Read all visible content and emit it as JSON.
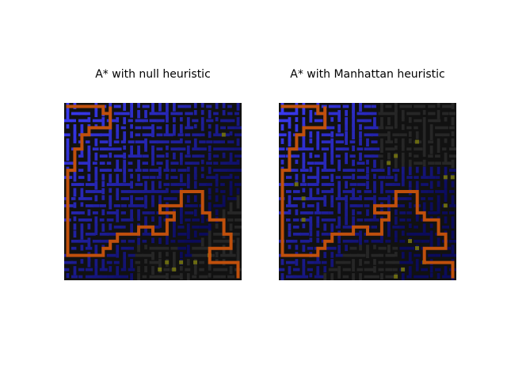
{
  "chart_data": [
    {
      "type": "heatmap",
      "title": "A* with null heuristic",
      "grid": "off",
      "grid_cells": [
        25,
        25
      ],
      "walls_color": "#111111",
      "explored_color_range": [
        "#3a3af2",
        "#0b0b5a"
      ],
      "unexplored_color": "#262626",
      "frontier_color": "#6b6b12",
      "path_color": "#c0500c",
      "path": [
        [
          0,
          0
        ],
        [
          5,
          0
        ],
        [
          5,
          1
        ],
        [
          6,
          1
        ],
        [
          6,
          0
        ],
        [
          6,
          3
        ],
        [
          3,
          3
        ],
        [
          3,
          4
        ],
        [
          2,
          4
        ],
        [
          2,
          6
        ],
        [
          1,
          6
        ],
        [
          1,
          9
        ],
        [
          0,
          9
        ],
        [
          0,
          21
        ],
        [
          5,
          21
        ],
        [
          5,
          20
        ],
        [
          6,
          20
        ],
        [
          6,
          19
        ],
        [
          7,
          19
        ],
        [
          7,
          18
        ],
        [
          10,
          18
        ],
        [
          10,
          17
        ],
        [
          12,
          17
        ],
        [
          12,
          18
        ],
        [
          14,
          18
        ],
        [
          14,
          16
        ],
        [
          15,
          16
        ],
        [
          15,
          15
        ],
        [
          13,
          15
        ],
        [
          13,
          14
        ],
        [
          16,
          14
        ],
        [
          16,
          12
        ],
        [
          19,
          12
        ],
        [
          19,
          15
        ],
        [
          20,
          15
        ],
        [
          20,
          16
        ],
        [
          22,
          16
        ],
        [
          22,
          18
        ],
        [
          23,
          18
        ],
        [
          23,
          20
        ],
        [
          20,
          20
        ],
        [
          20,
          22
        ],
        [
          24,
          22
        ],
        [
          24,
          24
        ]
      ],
      "frontier": [
        [
          22,
          4
        ],
        [
          14,
          22
        ],
        [
          16,
          22
        ],
        [
          20,
          21
        ],
        [
          13,
          23
        ],
        [
          15,
          23
        ],
        [
          18,
          22
        ]
      ]
    },
    {
      "type": "heatmap",
      "title": "A* with Manhattan heuristic",
      "grid": "off",
      "grid_cells": [
        25,
        25
      ],
      "walls_color": "#111111",
      "explored_color_range": [
        "#3a3af2",
        "#0b0b5a"
      ],
      "unexplored_color": "#262626",
      "frontier_color": "#6b6b12",
      "path_color": "#c0500c",
      "path": [
        [
          0,
          0
        ],
        [
          5,
          0
        ],
        [
          5,
          1
        ],
        [
          6,
          1
        ],
        [
          6,
          0
        ],
        [
          6,
          3
        ],
        [
          3,
          3
        ],
        [
          3,
          4
        ],
        [
          2,
          4
        ],
        [
          2,
          6
        ],
        [
          1,
          6
        ],
        [
          1,
          9
        ],
        [
          0,
          9
        ],
        [
          0,
          21
        ],
        [
          5,
          21
        ],
        [
          5,
          20
        ],
        [
          6,
          20
        ],
        [
          6,
          19
        ],
        [
          7,
          19
        ],
        [
          7,
          18
        ],
        [
          10,
          18
        ],
        [
          10,
          17
        ],
        [
          12,
          17
        ],
        [
          12,
          18
        ],
        [
          14,
          18
        ],
        [
          14,
          16
        ],
        [
          15,
          16
        ],
        [
          15,
          15
        ],
        [
          13,
          15
        ],
        [
          13,
          14
        ],
        [
          16,
          14
        ],
        [
          16,
          12
        ],
        [
          19,
          12
        ],
        [
          19,
          15
        ],
        [
          20,
          15
        ],
        [
          20,
          16
        ],
        [
          22,
          16
        ],
        [
          22,
          18
        ],
        [
          23,
          18
        ],
        [
          23,
          20
        ],
        [
          20,
          20
        ],
        [
          20,
          22
        ],
        [
          24,
          22
        ],
        [
          24,
          24
        ]
      ],
      "frontier": [
        [
          19,
          5
        ],
        [
          15,
          8
        ],
        [
          16,
          7
        ],
        [
          23,
          10
        ],
        [
          24,
          10
        ],
        [
          23,
          14
        ],
        [
          2,
          11
        ],
        [
          3,
          13
        ],
        [
          3,
          16
        ],
        [
          18,
          19
        ],
        [
          19,
          20
        ],
        [
          17,
          23
        ],
        [
          16,
          24
        ],
        [
          20,
          22
        ]
      ]
    }
  ]
}
